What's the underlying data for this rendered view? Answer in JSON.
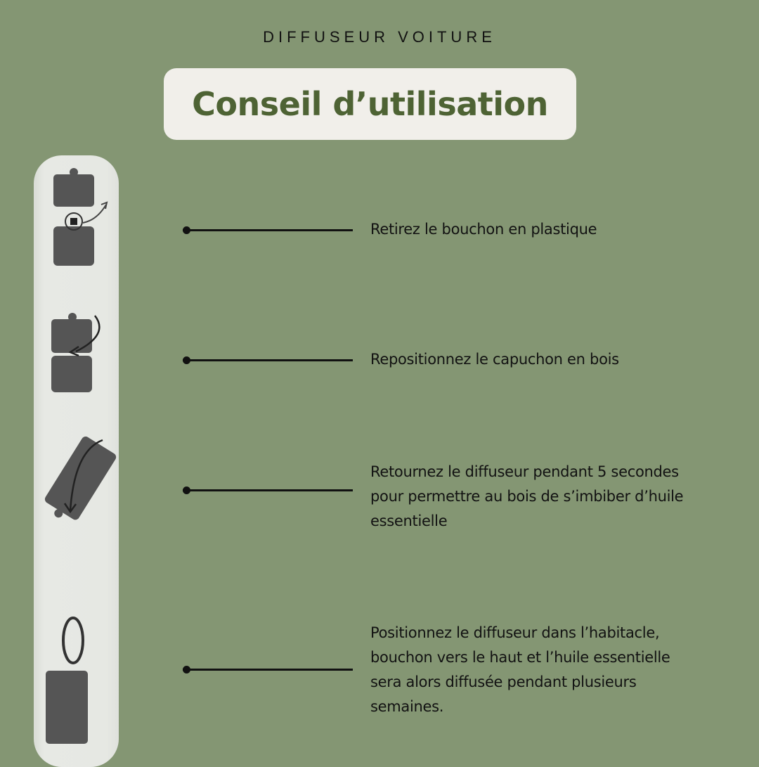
{
  "header": {
    "kicker": "DIFFUSEUR VOITURE",
    "title": "Conseil d’utilisation"
  },
  "colors": {
    "background": "#849673",
    "title_pill": "#f1efea",
    "title_text": "#4e6334",
    "strip": "#e6e8e3",
    "illustration": "#555555",
    "text": "#121212"
  },
  "steps": [
    {
      "icon": "remove-plastic-cap-icon",
      "text": "Retirez le bouchon en plastique"
    },
    {
      "icon": "reposition-wooden-cap-icon",
      "text": "Repositionnez le capuchon en bois"
    },
    {
      "icon": "flip-diffuser-icon",
      "text": "Retournez le diffuseur pendant 5 secondes\npour permettre au bois de s’imbiber d’huile\nessentielle"
    },
    {
      "icon": "hang-diffuser-icon",
      "text": "Positionnez le diffuseur dans l’habitacle,\nbouchon vers le haut et l’huile essentielle\nsera alors diffusée pendant plusieurs\nsemaines."
    }
  ]
}
